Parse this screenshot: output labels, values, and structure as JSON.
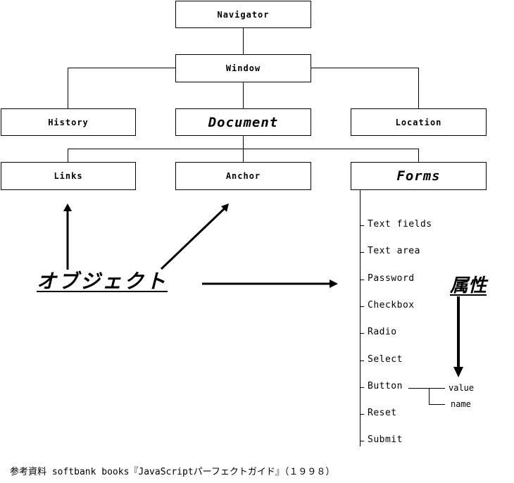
{
  "diagram": {
    "nodes": {
      "navigator": "Navigator",
      "window": "Window",
      "history": "History",
      "document": "Document",
      "location": "Location",
      "links": "Links",
      "anchor": "Anchor",
      "forms": "Forms"
    },
    "form_elements": [
      "Text fields",
      "Text area",
      "Password",
      "Checkbox",
      "Radio",
      "Select",
      "Button",
      "Reset",
      "Submit"
    ],
    "button_attributes": [
      "value",
      "name"
    ],
    "labels": {
      "object": "オブジェクト",
      "attribute": "属性"
    },
    "footer": "参考資料 softbank books『JavaScriptパーフェクトガイド』（１９９８）"
  }
}
